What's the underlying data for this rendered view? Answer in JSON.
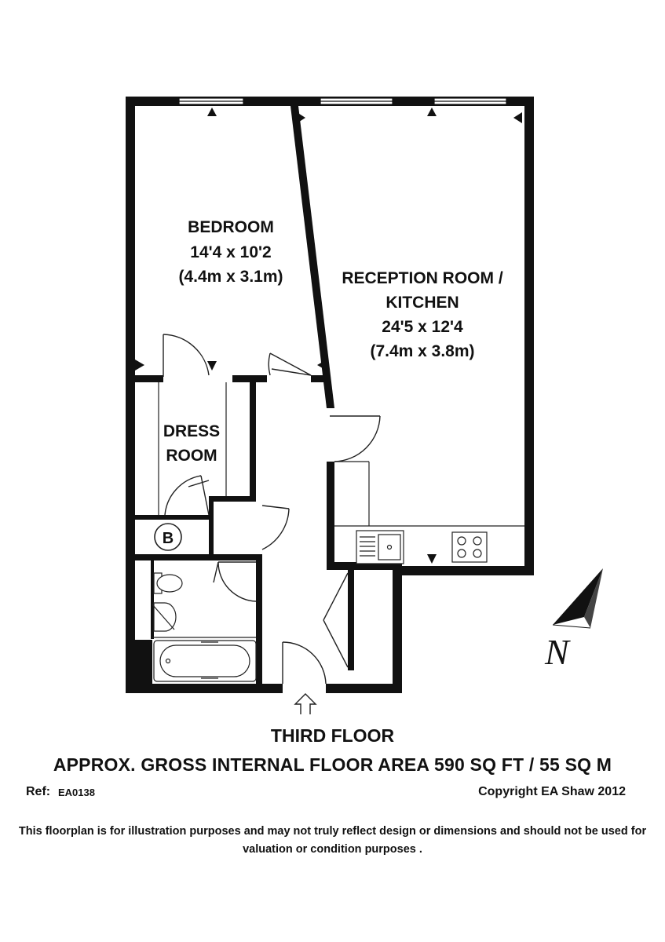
{
  "rooms": {
    "bedroom": {
      "name": "BEDROOM",
      "size_imperial": "14'4 x 10'2",
      "size_metric": "(4.4m x 3.1m)"
    },
    "reception": {
      "name_line1": "RECEPTION ROOM /",
      "name_line2": "KITCHEN",
      "size_imperial": "24'5 x 12'4",
      "size_metric": "(7.4m x 3.8m)"
    },
    "dress_room": {
      "name_line1": "DRESS",
      "name_line2": "ROOM"
    },
    "boiler": {
      "symbol": "B"
    }
  },
  "compass": {
    "north_letter": "N"
  },
  "footer": {
    "floor": "THIRD FLOOR",
    "area": "APPROX. GROSS INTERNAL FLOOR AREA 590 SQ FT / 55 SQ M",
    "ref_label": "Ref:",
    "ref_code": "EA0138",
    "copyright": "Copyright EA Shaw 2012",
    "disclaimer": "This floorplan is for illustration purposes and may not truly reflect design or dimensions and should not be used for valuation or condition purposes  ."
  },
  "colors": {
    "wall": "#111111",
    "line": "#222222",
    "background": "#ffffff"
  }
}
